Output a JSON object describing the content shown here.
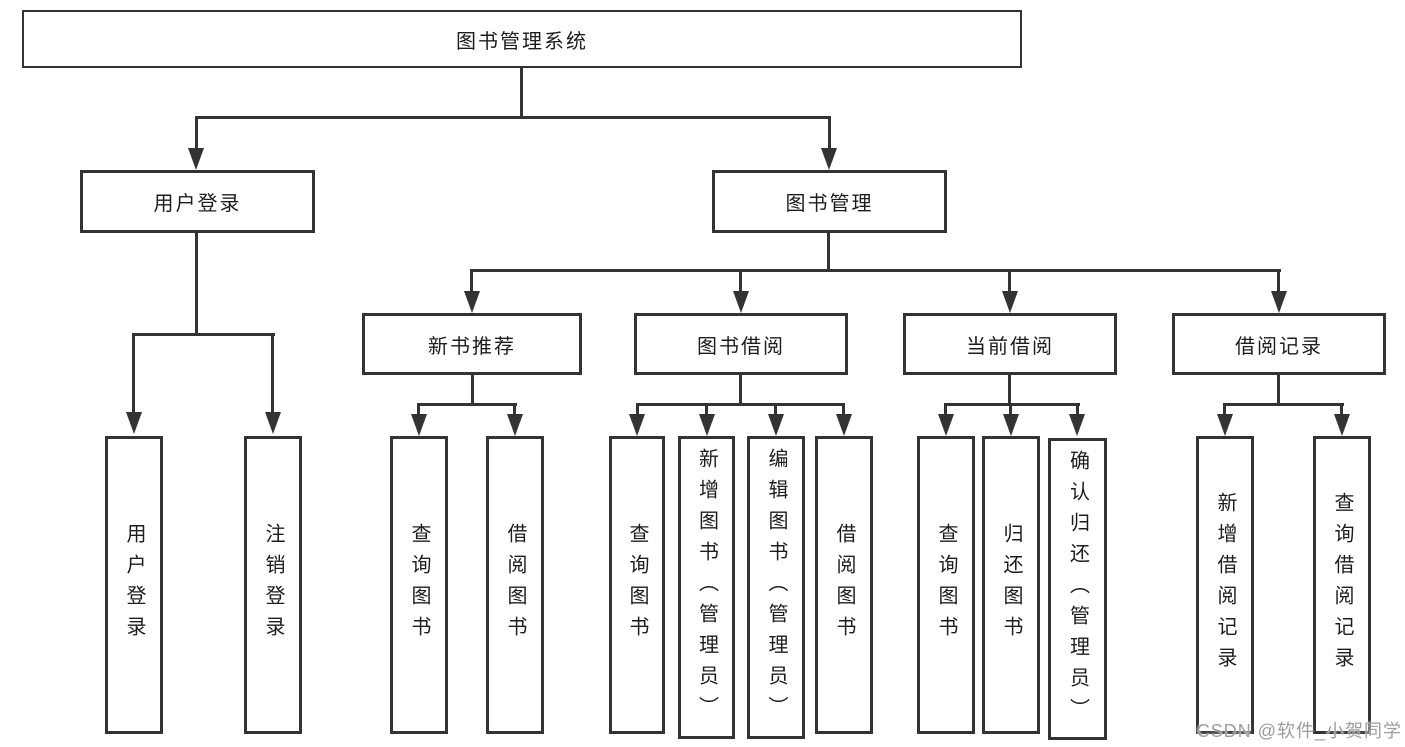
{
  "diagram": {
    "type": "hierarchy-tree",
    "root": {
      "label": "图书管理系统"
    },
    "branches": [
      {
        "label": "用户登录",
        "children": [
          "用户登录",
          "注销登录"
        ]
      },
      {
        "label": "图书管理",
        "children": [
          {
            "label": "新书推荐",
            "children": [
              "查询图书",
              "借阅图书"
            ]
          },
          {
            "label": "图书借阅",
            "children": [
              "查询图书",
              "新增图书（管理员）",
              "编辑图书（管理员）",
              "借阅图书"
            ]
          },
          {
            "label": "当前借阅",
            "children": [
              "查询图书",
              "归还图书",
              "确认归还（管理员）"
            ]
          },
          {
            "label": "借阅记录",
            "children": [
              "新增借阅记录",
              "查询借阅记录"
            ]
          }
        ]
      }
    ],
    "watermark": "CSDN @软件_小贺同学",
    "colors": {
      "line": "#333333",
      "text": "#1d1d1d",
      "background": "#ffffff",
      "watermark": "#9d9d9d"
    }
  }
}
